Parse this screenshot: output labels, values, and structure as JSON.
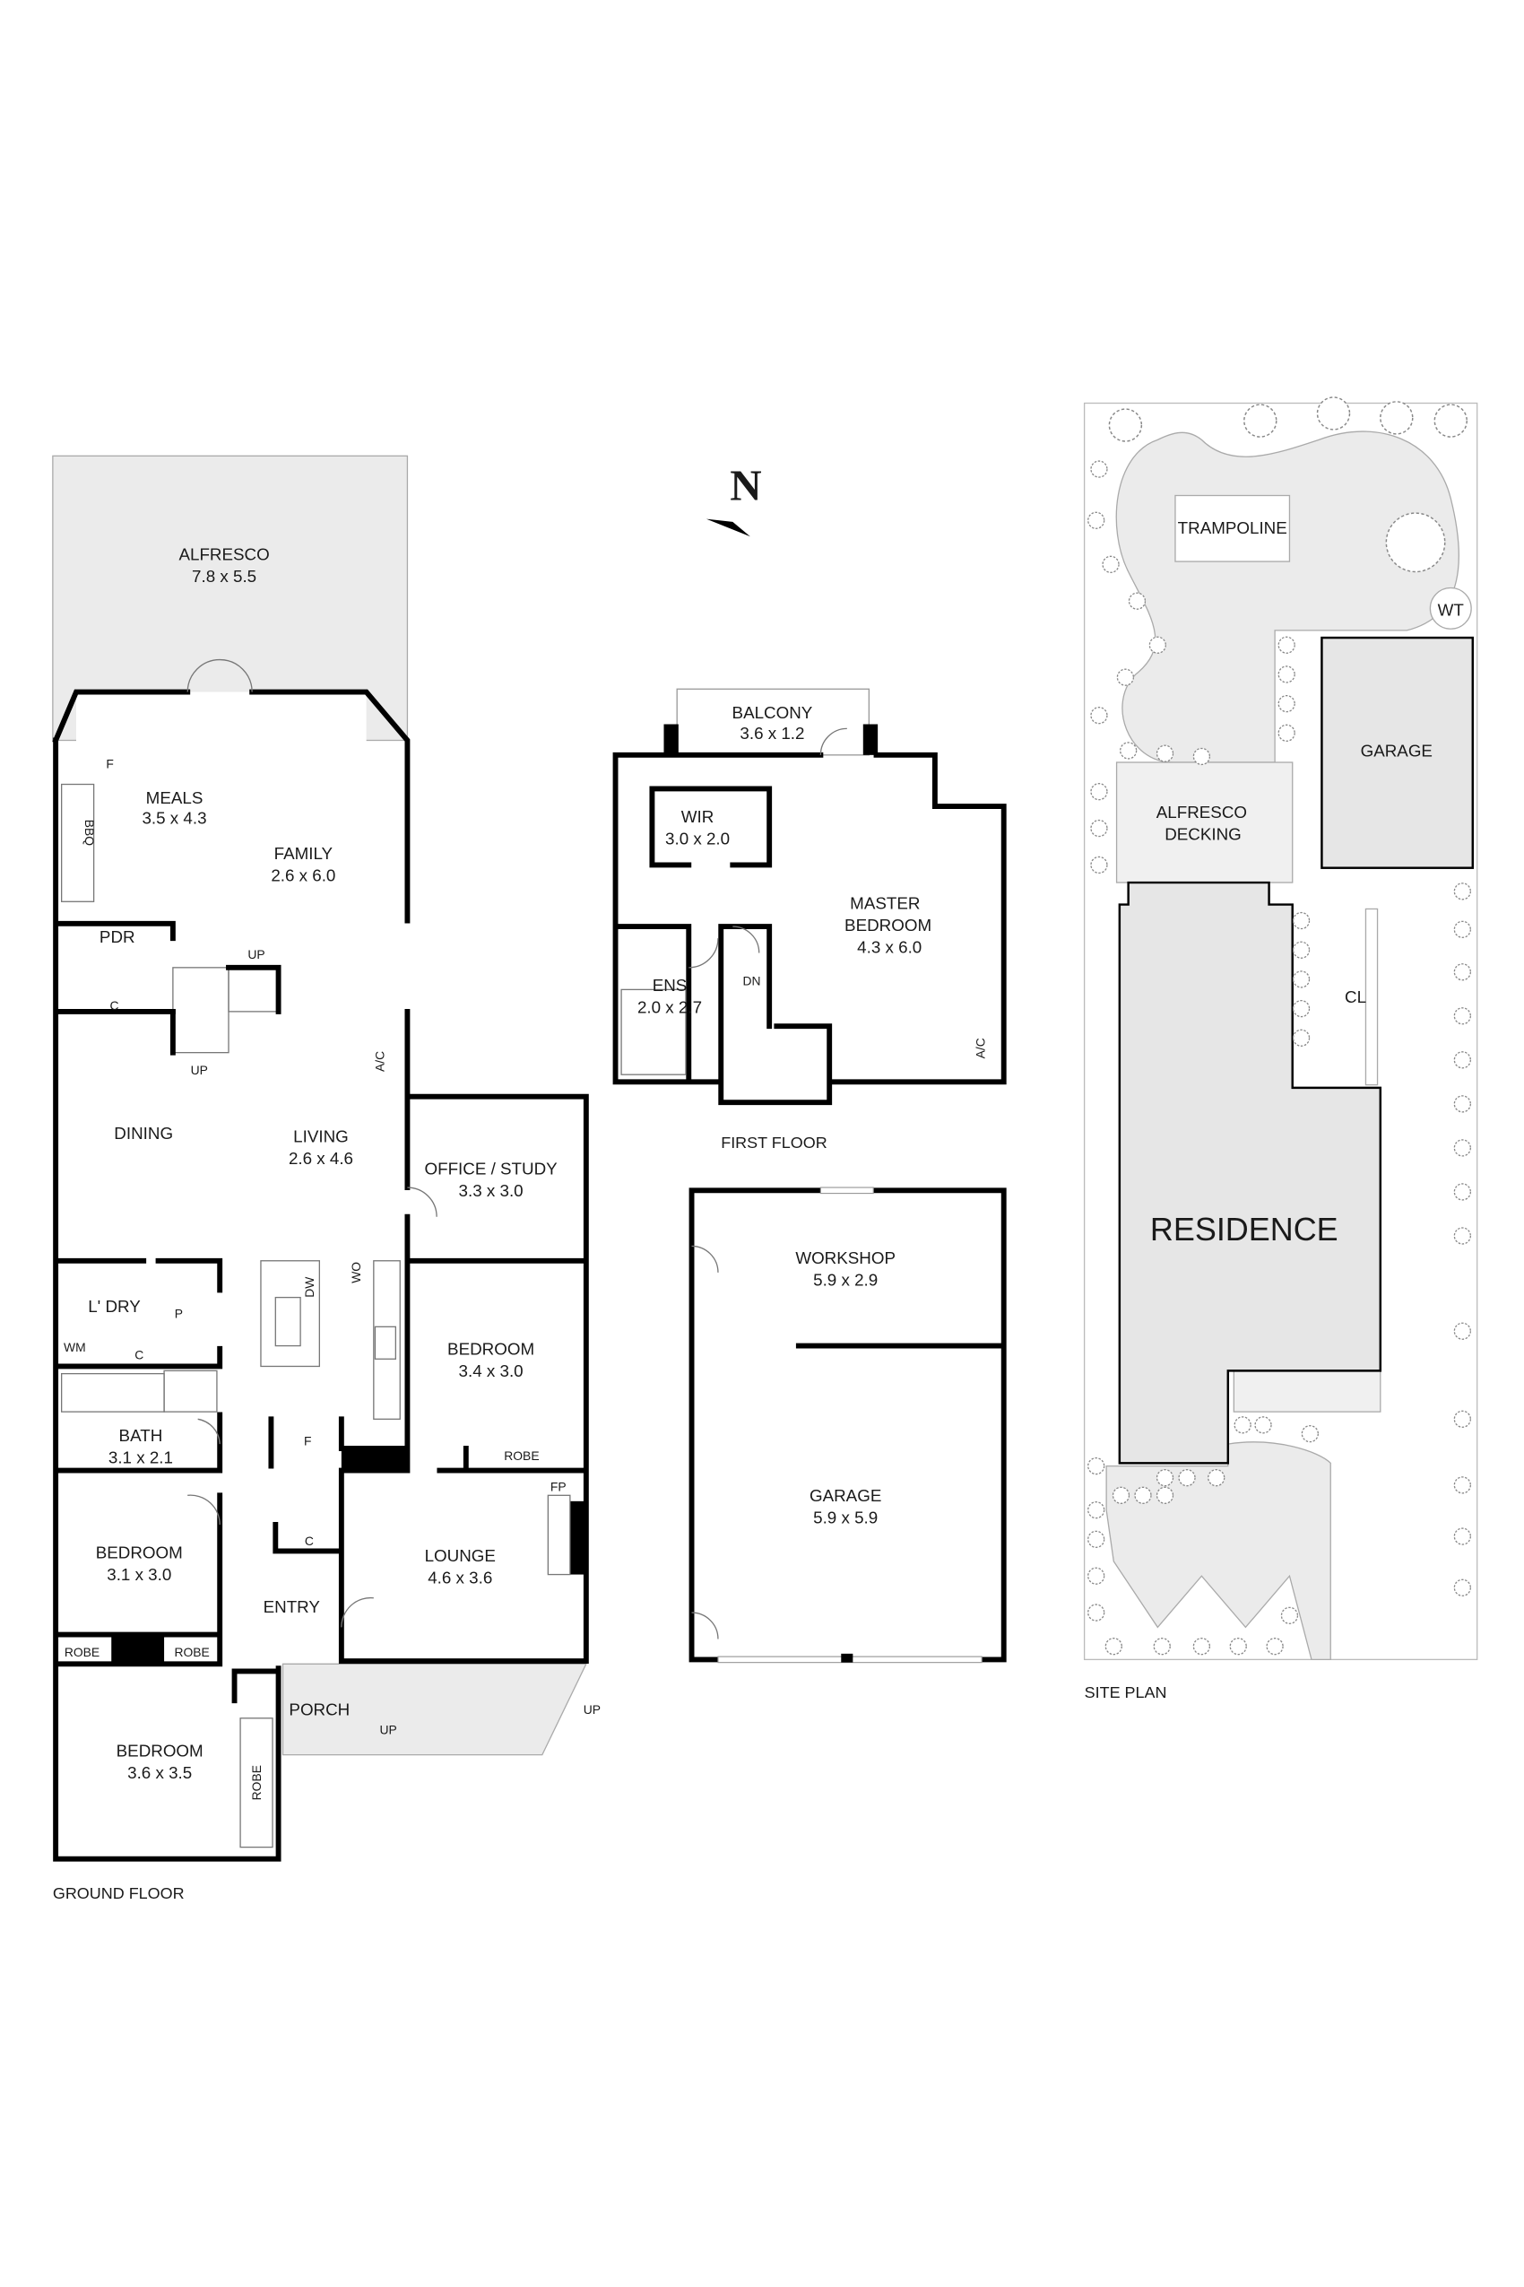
{
  "north_arrow": {
    "label": "N"
  },
  "ground_floor": {
    "caption": "GROUND FLOOR",
    "rooms": [
      {
        "name": "ALFRESCO",
        "dims": "7.8 x 5.5"
      },
      {
        "name": "MEALS",
        "dims": "3.5 x 4.3"
      },
      {
        "name": "FAMILY",
        "dims": "2.6 x 6.0"
      },
      {
        "name": "DINING",
        "dims": ""
      },
      {
        "name": "LIVING",
        "dims": "2.6 x 4.6"
      },
      {
        "name": "OFFICE / STUDY",
        "dims": "3.3 x 3.0"
      },
      {
        "name": "BEDROOM",
        "dims": "3.4 x 3.0"
      },
      {
        "name": "BATH",
        "dims": "3.1 x 2.1"
      },
      {
        "name": "BEDROOM",
        "dims": "3.1 x 3.0"
      },
      {
        "name": "LOUNGE",
        "dims": "4.6 x 3.6"
      },
      {
        "name": "ENTRY",
        "dims": ""
      },
      {
        "name": "BEDROOM",
        "dims": "3.6 x 3.5"
      },
      {
        "name": "PORCH",
        "dims": ""
      }
    ],
    "labels": {
      "bbq": "BBQ",
      "f_top": "F",
      "pdr": "PDR",
      "c1": "C",
      "up1": "UP",
      "up2": "UP",
      "ac": "A/C",
      "ldry": "L' DRY",
      "wm": "WM",
      "c2": "C",
      "p": "P",
      "dw": "DW",
      "wo": "WO",
      "f_kitchen": "F",
      "c3": "C",
      "robe1": "ROBE",
      "robe2": "ROBE",
      "robe3": "ROBE",
      "robe4": "ROBE",
      "fp": "FP",
      "up_porch1": "UP",
      "up_porch2": "UP"
    }
  },
  "first_floor": {
    "caption": "FIRST FLOOR",
    "rooms": [
      {
        "name": "BALCONY",
        "dims": "3.6 x 1.2"
      },
      {
        "name": "WIR",
        "dims": "3.0 x 2.0"
      },
      {
        "name": "MASTER",
        "name2": "BEDROOM",
        "dims": "4.3 x 6.0"
      },
      {
        "name": "ENS",
        "dims": "2.0 x 2.7"
      }
    ],
    "labels": {
      "dn": "DN",
      "ac": "A/C"
    }
  },
  "outbuilding": {
    "rooms": [
      {
        "name": "WORKSHOP",
        "dims": "5.9 x 2.9"
      },
      {
        "name": "GARAGE",
        "dims": "5.9 x 5.9"
      }
    ]
  },
  "site_plan": {
    "caption": "SITE PLAN",
    "labels": {
      "trampoline": "TRAMPOLINE",
      "wt": "WT",
      "garage": "GARAGE",
      "alfresco1": "ALFRESCO",
      "alfresco2": "DECKING",
      "cl": "CL",
      "residence": "RESIDENCE"
    }
  },
  "colors": {
    "wall": "#000000",
    "hardscape": "#ebebeb",
    "residence": "#e6e6e6"
  }
}
